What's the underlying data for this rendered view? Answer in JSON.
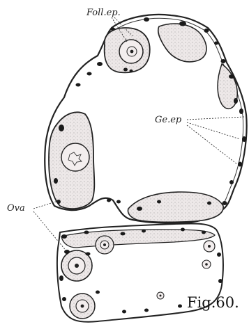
{
  "labels": {
    "follicle_epithelium": "Foll.ep.",
    "germinal_epithelium": "Ge.ep",
    "ova": "Ova"
  },
  "caption": "Fig.60.",
  "colors": {
    "ink": "#222222",
    "nucleus": "#1a1a1a",
    "cytoplasm": "#ece6e6",
    "background": "#ffffff"
  }
}
